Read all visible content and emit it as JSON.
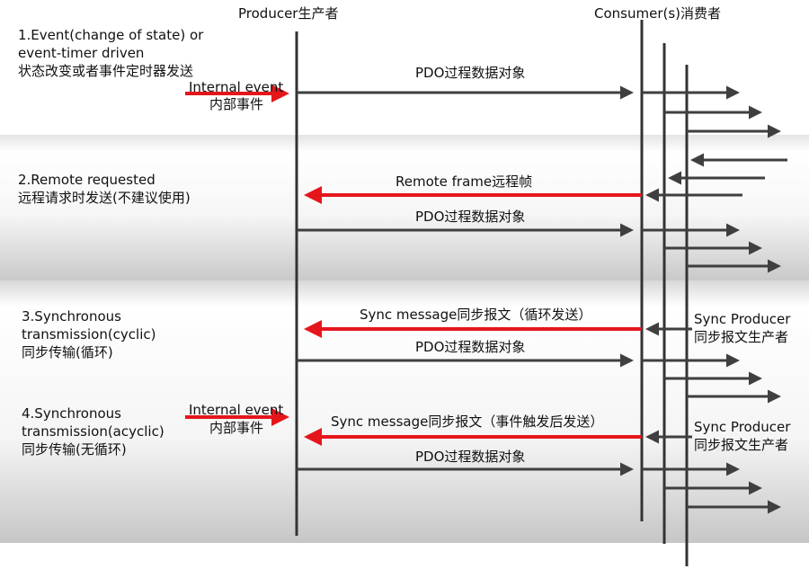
{
  "columns": {
    "producer": "Producer生产者",
    "consumers": "Consumer(s)消费者"
  },
  "sections": [
    {
      "title_lines": [
        "1.Event(change of state) or",
        "event-timer driven",
        "状态改变或者事件定时器发送"
      ],
      "trigger": {
        "en": "Internal event",
        "zh": "内部事件"
      },
      "messages": [
        "PDO过程数据对象"
      ]
    },
    {
      "title_lines": [
        "2.Remote requested",
        "远程请求时发送(不建议使用)"
      ],
      "messages": [
        "Remote frame远程帧",
        "PDO过程数据对象"
      ]
    },
    {
      "title_lines": [
        "3.Synchronous",
        "transmission(cyclic)",
        "同步传输(循环)"
      ],
      "messages": [
        "Sync message同步报文（循环发送）",
        "PDO过程数据对象"
      ],
      "sync_producer": {
        "en": "Sync Producer",
        "zh": "同步报文生产者"
      }
    },
    {
      "title_lines": [
        "4.Synchronous",
        "transmission(acyclic)",
        "同步传输(无循环)"
      ],
      "trigger": {
        "en": "Internal event",
        "zh": "内部事件"
      },
      "messages": [
        "Sync message同步报文（事件触发后发送）",
        "PDO过程数据对象"
      ],
      "sync_producer": {
        "en": "Sync Producer",
        "zh": "同步报文生产者"
      }
    }
  ],
  "colors": {
    "request_arrow": "#e5161b",
    "data_arrow": "#3f3f3f",
    "lifeline": "#333333"
  }
}
